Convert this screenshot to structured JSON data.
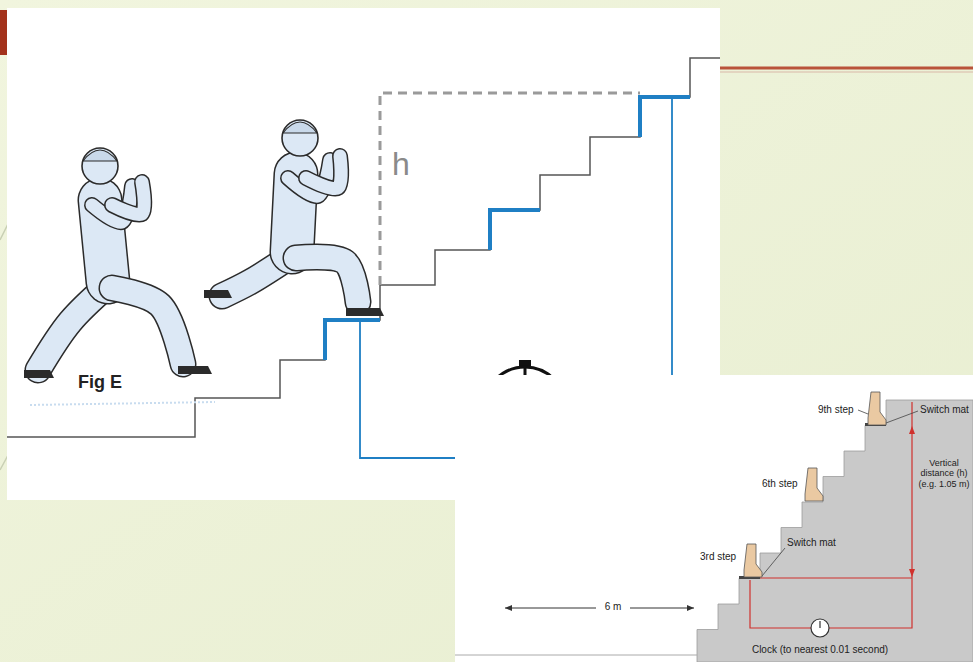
{
  "diagram": {
    "labels": [
      "h",
      "Fig E",
      "9th step",
      "Switch mat",
      "Vertical distance (h) (e.g. 1.05 m)",
      "6th step",
      "3rd step",
      "Switch mat",
      "6 m",
      "Clock (to nearest 0.01 second)"
    ]
  }
}
